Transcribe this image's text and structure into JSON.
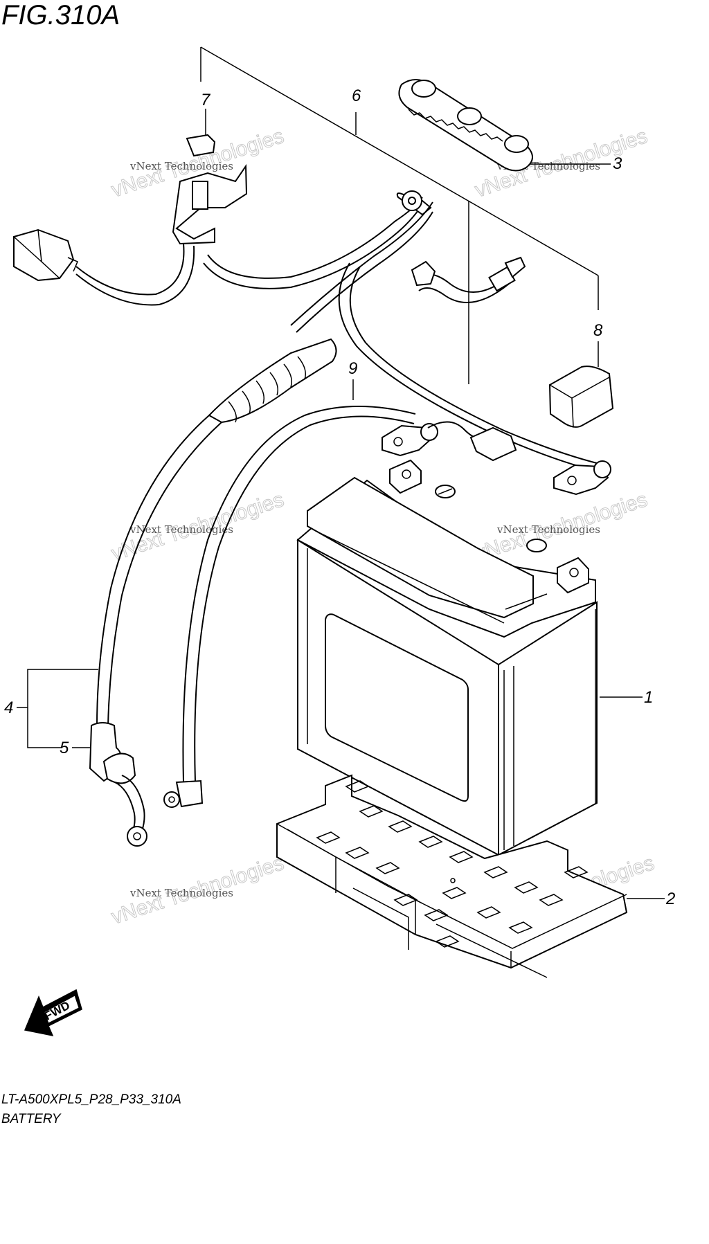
{
  "figure": {
    "title": "FIG.310A",
    "model_code": "LT-A500XPL5_P28_P33_310A",
    "section_name": "BATTERY"
  },
  "callouts": [
    {
      "id": "1",
      "label": "1"
    },
    {
      "id": "2",
      "label": "2"
    },
    {
      "id": "3",
      "label": "3"
    },
    {
      "id": "4",
      "label": "4"
    },
    {
      "id": "5",
      "label": "5"
    },
    {
      "id": "6",
      "label": "6"
    },
    {
      "id": "7",
      "label": "7"
    },
    {
      "id": "8",
      "label": "8"
    },
    {
      "id": "9",
      "label": "9"
    }
  ],
  "direction_arrow": {
    "label": "FWD",
    "icon": "forward-arrow-icon"
  },
  "watermark": {
    "line1": "vNext Technologies",
    "line2": "vNext Technologies"
  }
}
